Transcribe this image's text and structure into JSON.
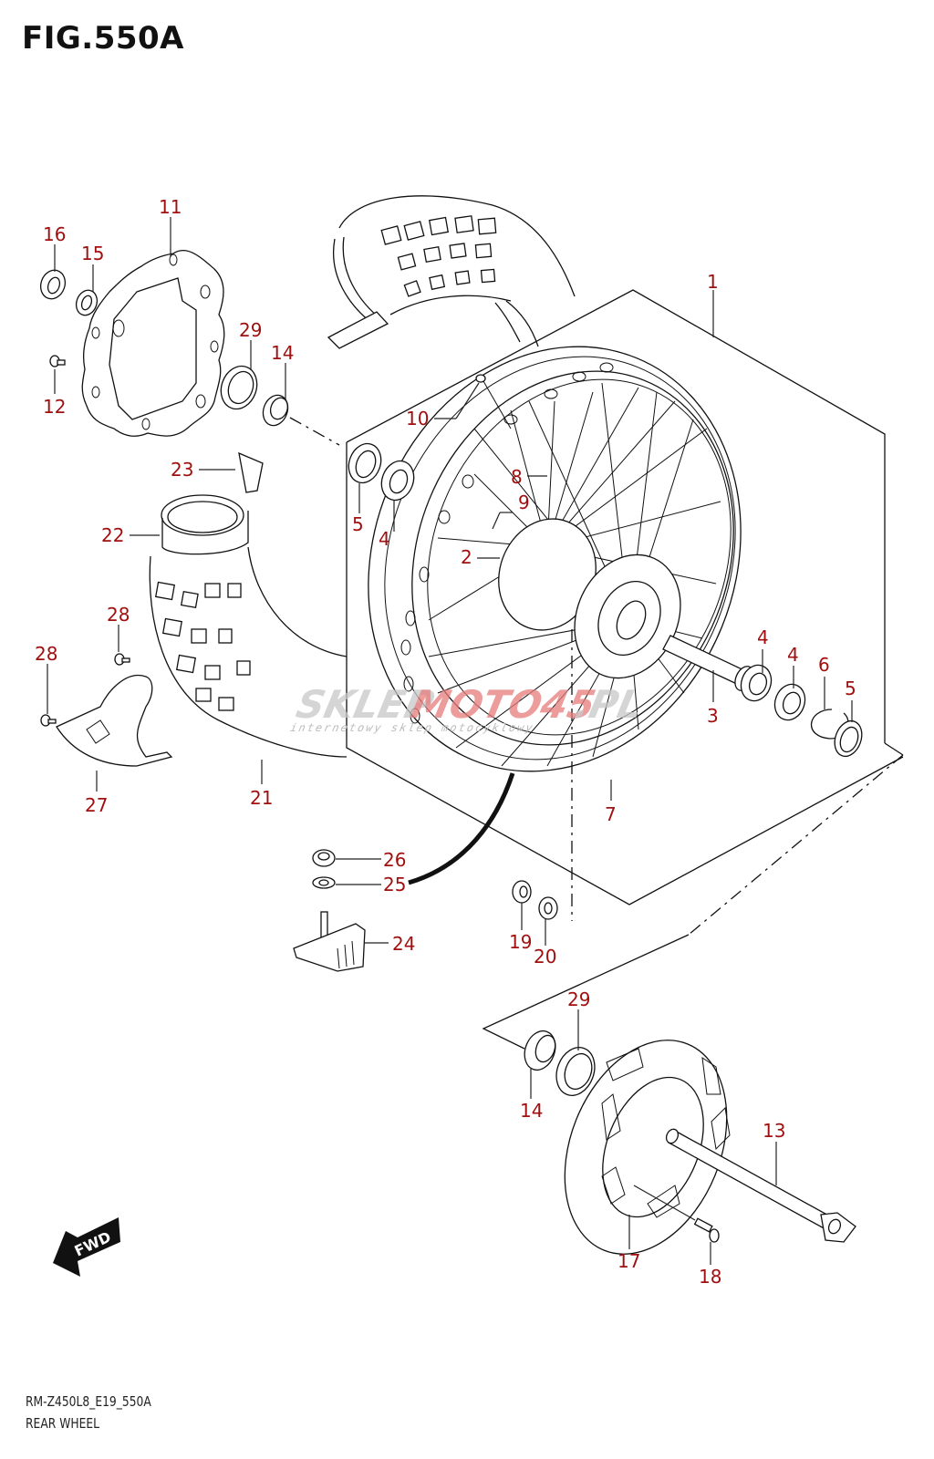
{
  "figure": {
    "title": "FIG.550A",
    "model_code": "RM-Z450L8_E19_550A",
    "section_name": "REAR WHEEL"
  },
  "direction_indicator": {
    "icon": "fwd-arrow-icon",
    "text": "FWD"
  },
  "watermark": {
    "brand_gray": "SKLEP",
    "brand_red": "MOTO45",
    "domain": ".PL",
    "tagline": "internetowy sklep motocyklowy"
  },
  "colors": {
    "label": "#a01010",
    "line": "#111111",
    "background": "#ffffff"
  },
  "callouts": [
    {
      "id": "1",
      "part": "rear wheel assembly"
    },
    {
      "id": "2",
      "part": "hub"
    },
    {
      "id": "3",
      "part": "spacer"
    },
    {
      "id": "4",
      "part": "bearing"
    },
    {
      "id": "4b",
      "part": "bearing"
    },
    {
      "id": "4c",
      "part": "bearing"
    },
    {
      "id": "5",
      "part": "oil seal"
    },
    {
      "id": "5b",
      "part": "oil seal"
    },
    {
      "id": "6",
      "part": "circlip"
    },
    {
      "id": "7",
      "part": "rim"
    },
    {
      "id": "8",
      "part": "spoke set"
    },
    {
      "id": "9",
      "part": "spoke set"
    },
    {
      "id": "10",
      "part": "nipple"
    },
    {
      "id": "11",
      "part": "brake disc"
    },
    {
      "id": "12",
      "part": "bolt"
    },
    {
      "id": "13",
      "part": "axle"
    },
    {
      "id": "14",
      "part": "collar"
    },
    {
      "id": "14b",
      "part": "collar"
    },
    {
      "id": "15",
      "part": "washer"
    },
    {
      "id": "16",
      "part": "nut"
    },
    {
      "id": "17",
      "part": "sprocket"
    },
    {
      "id": "18",
      "part": "bolt"
    },
    {
      "id": "19",
      "part": "nut"
    },
    {
      "id": "20",
      "part": "washer"
    },
    {
      "id": "21",
      "part": "tire"
    },
    {
      "id": "22",
      "part": "tube"
    },
    {
      "id": "23",
      "part": "rim band"
    },
    {
      "id": "24",
      "part": "tire lock"
    },
    {
      "id": "25",
      "part": "washer"
    },
    {
      "id": "26",
      "part": "nut"
    },
    {
      "id": "27",
      "part": "disc cover"
    },
    {
      "id": "28",
      "part": "screw"
    },
    {
      "id": "28b",
      "part": "screw"
    },
    {
      "id": "29",
      "part": "dust seal"
    },
    {
      "id": "29b",
      "part": "dust seal"
    }
  ],
  "labels": {
    "1": "1",
    "2": "2",
    "3": "3",
    "4": "4",
    "4b": "4",
    "4c": "4",
    "5": "5",
    "5b": "5",
    "6": "6",
    "7": "7",
    "8": "8",
    "9": "9",
    "10": "10",
    "11": "11",
    "12": "12",
    "13": "13",
    "14": "14",
    "14b": "14",
    "15": "15",
    "16": "16",
    "17": "17",
    "18": "18",
    "19": "19",
    "20": "20",
    "21": "21",
    "22": "22",
    "23": "23",
    "24": "24",
    "25": "25",
    "26": "26",
    "27": "27",
    "28": "28",
    "28b": "28",
    "29": "29",
    "29b": "29"
  }
}
